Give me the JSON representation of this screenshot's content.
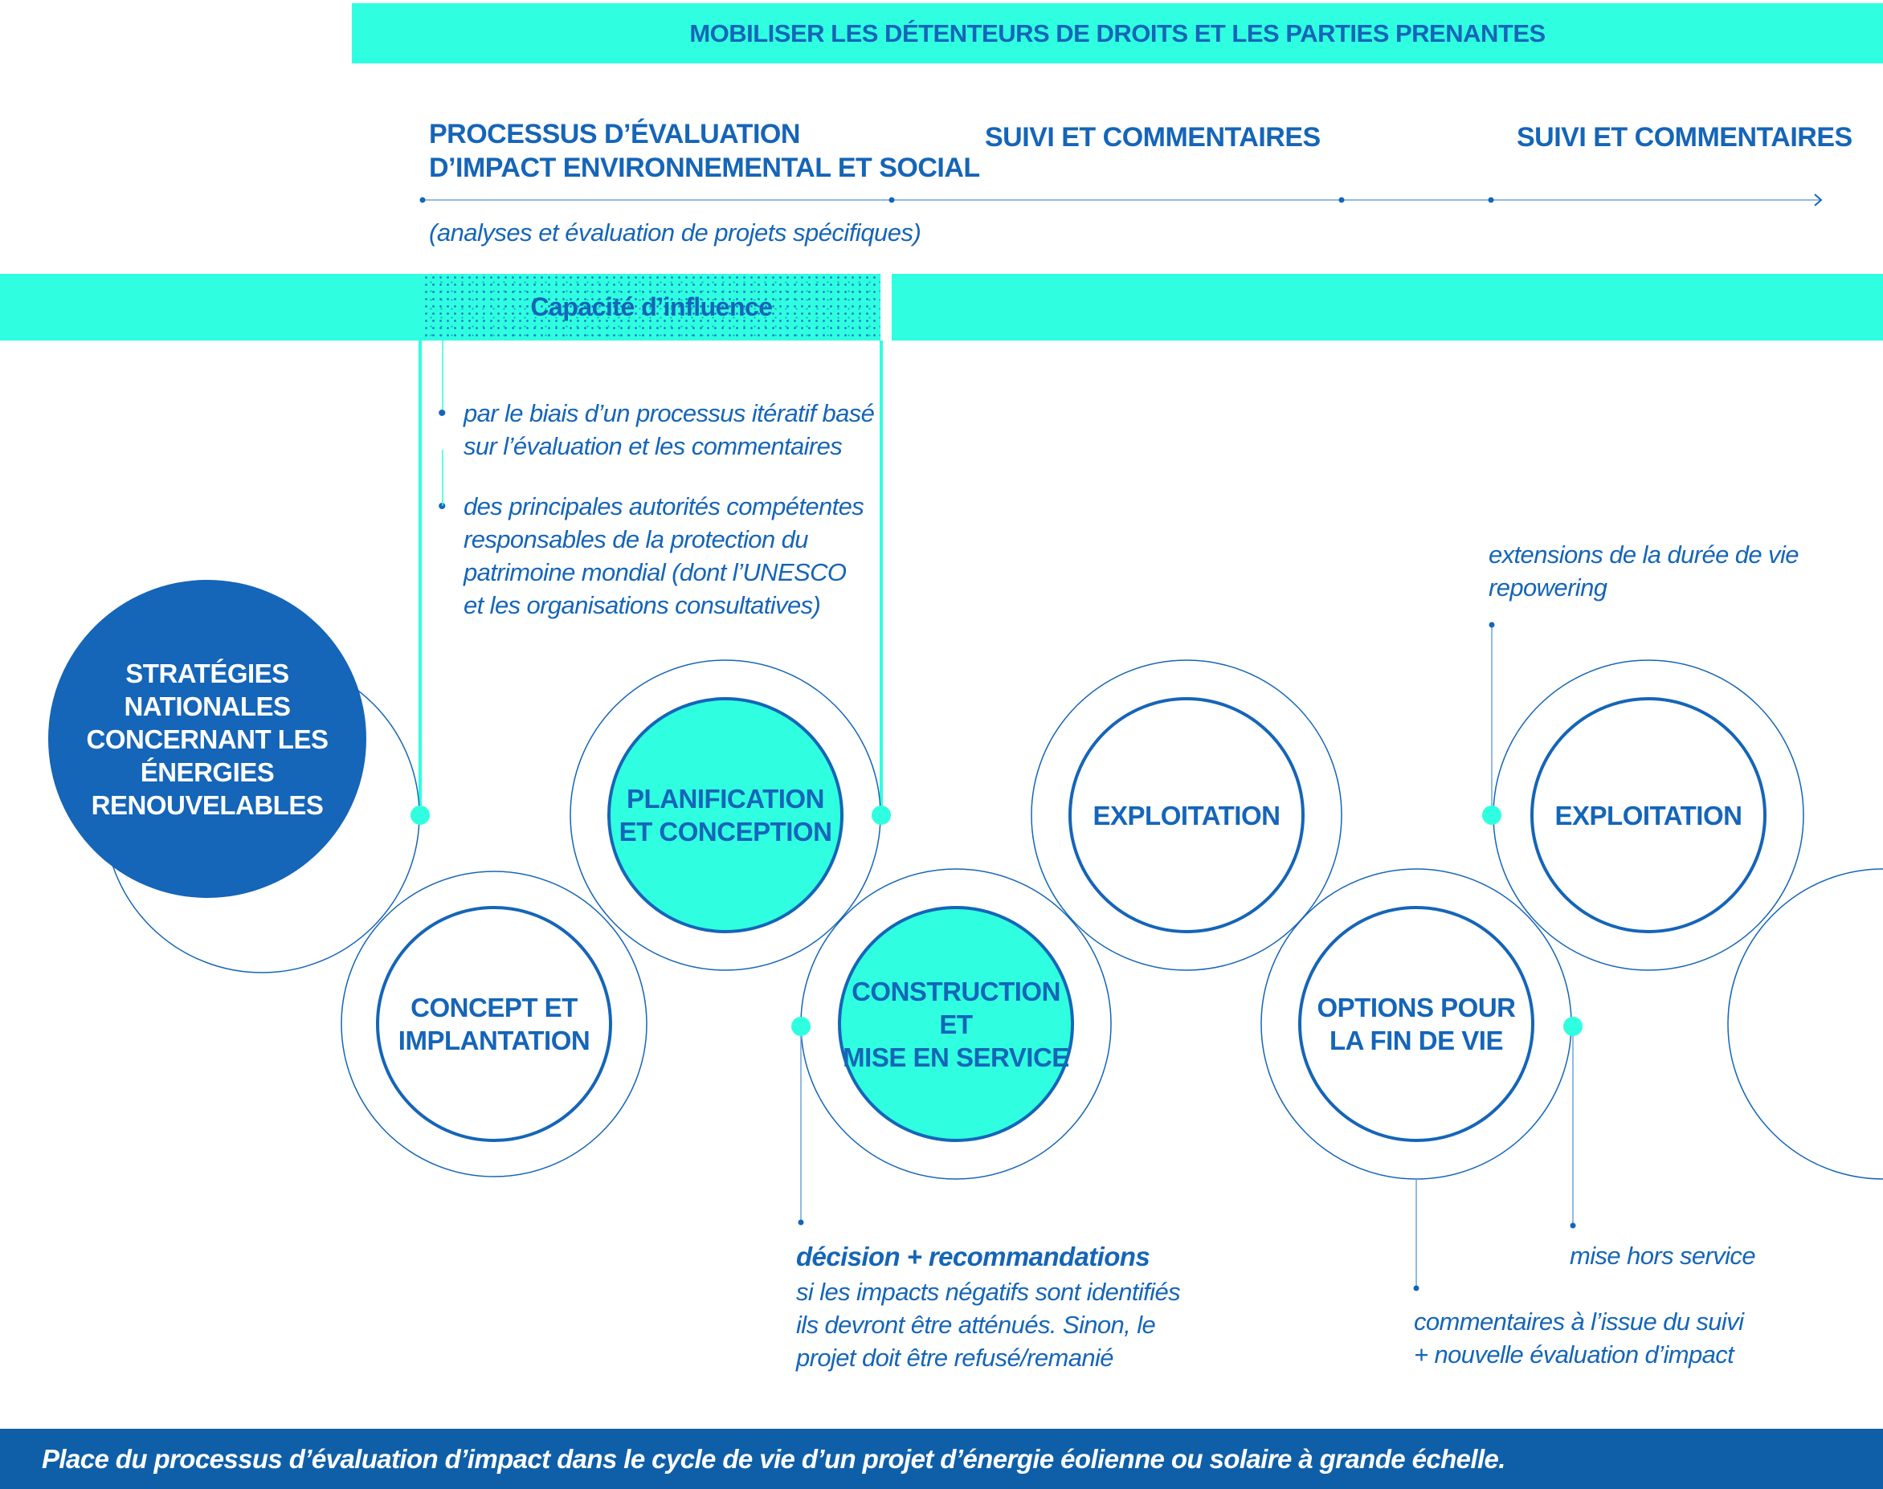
{
  "header": {
    "top_banner": "MOBILISER LES DÉTENTEURS DE DROITS ET LES PARTIES PRENANTES",
    "process_title": "PROCESSUS D’ÉVALUATION\nD’IMPACT ENVIRONNEMENTAL ET SOCIAL",
    "process_subtitle": "(analyses et évaluation de projets spécifiques)",
    "follow_up_1": "SUIVI ET COMMENTAIRES",
    "follow_up_2": "SUIVI ET COMMENTAIRES",
    "influence_label": "Capacité d’influence"
  },
  "influence_notes": [
    "par le biais d’un processus itératif basé sur l’évaluation et les commentaires",
    "des principales autorités compétentes responsables de la protection du patrimoine mondial (dont l’UNESCO et les organisations consultatives)"
  ],
  "stages": {
    "strategies": "STRATÉGIES\nNATIONALES\nCONCERNANT LES\nÉNERGIES\nRENOUVELABLES",
    "concept": "CONCEPT ET\nIMPLANTATION",
    "planning": "PLANIFICATION\nET CONCEPTION",
    "construction": "CONSTRUCTION ET\nMISE EN SERVICE",
    "operation_1": "EXPLOITATION",
    "end_of_life": "OPTIONS POUR\nLA FIN DE VIE",
    "operation_2": "EXPLOITATION"
  },
  "annotations": {
    "decision_title": "décision + recommandations",
    "decision_body": "si les impacts négatifs sont identifiés\nils devront être atténués. Sinon, le\nprojet doit être refusé/remanié",
    "extensions": "extensions de la durée de vie\nrepowering",
    "decommissioning": "mise hors service",
    "feedback": "commentaires à l’issue du suivi\n+ nouvelle évaluation d’impact"
  },
  "caption": "Place du processus d’évaluation d’impact dans le cycle de vie d’un projet d’énergie éolienne ou solaire à grande échelle.",
  "colors": {
    "primary_blue": "#1565b8",
    "dark_blue": "#0f5fa8",
    "aqua": "#2fffe0",
    "line_light": "#6fa3d8"
  }
}
